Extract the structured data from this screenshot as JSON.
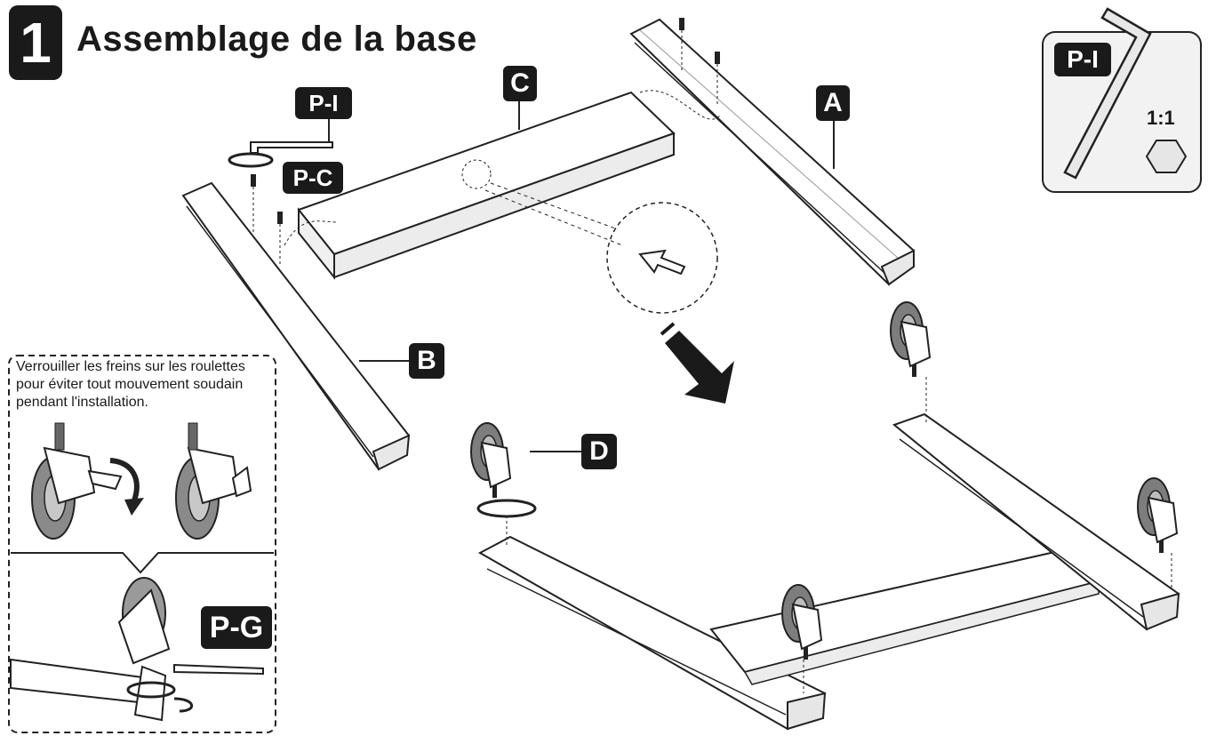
{
  "step": {
    "number": "1",
    "title": "Assemblage de la base"
  },
  "parts": {
    "A": "A",
    "B": "B",
    "C": "C",
    "D": "D",
    "PI_main": "P-I",
    "PC": "P-C",
    "PG": "P-G",
    "PI_tool": "P-I"
  },
  "tool_panel": {
    "scale": "1:1"
  },
  "note": {
    "text": "Verrouiller les freins sur les roulettes pour éviter tout mouvement soudain pendant l'installation."
  }
}
